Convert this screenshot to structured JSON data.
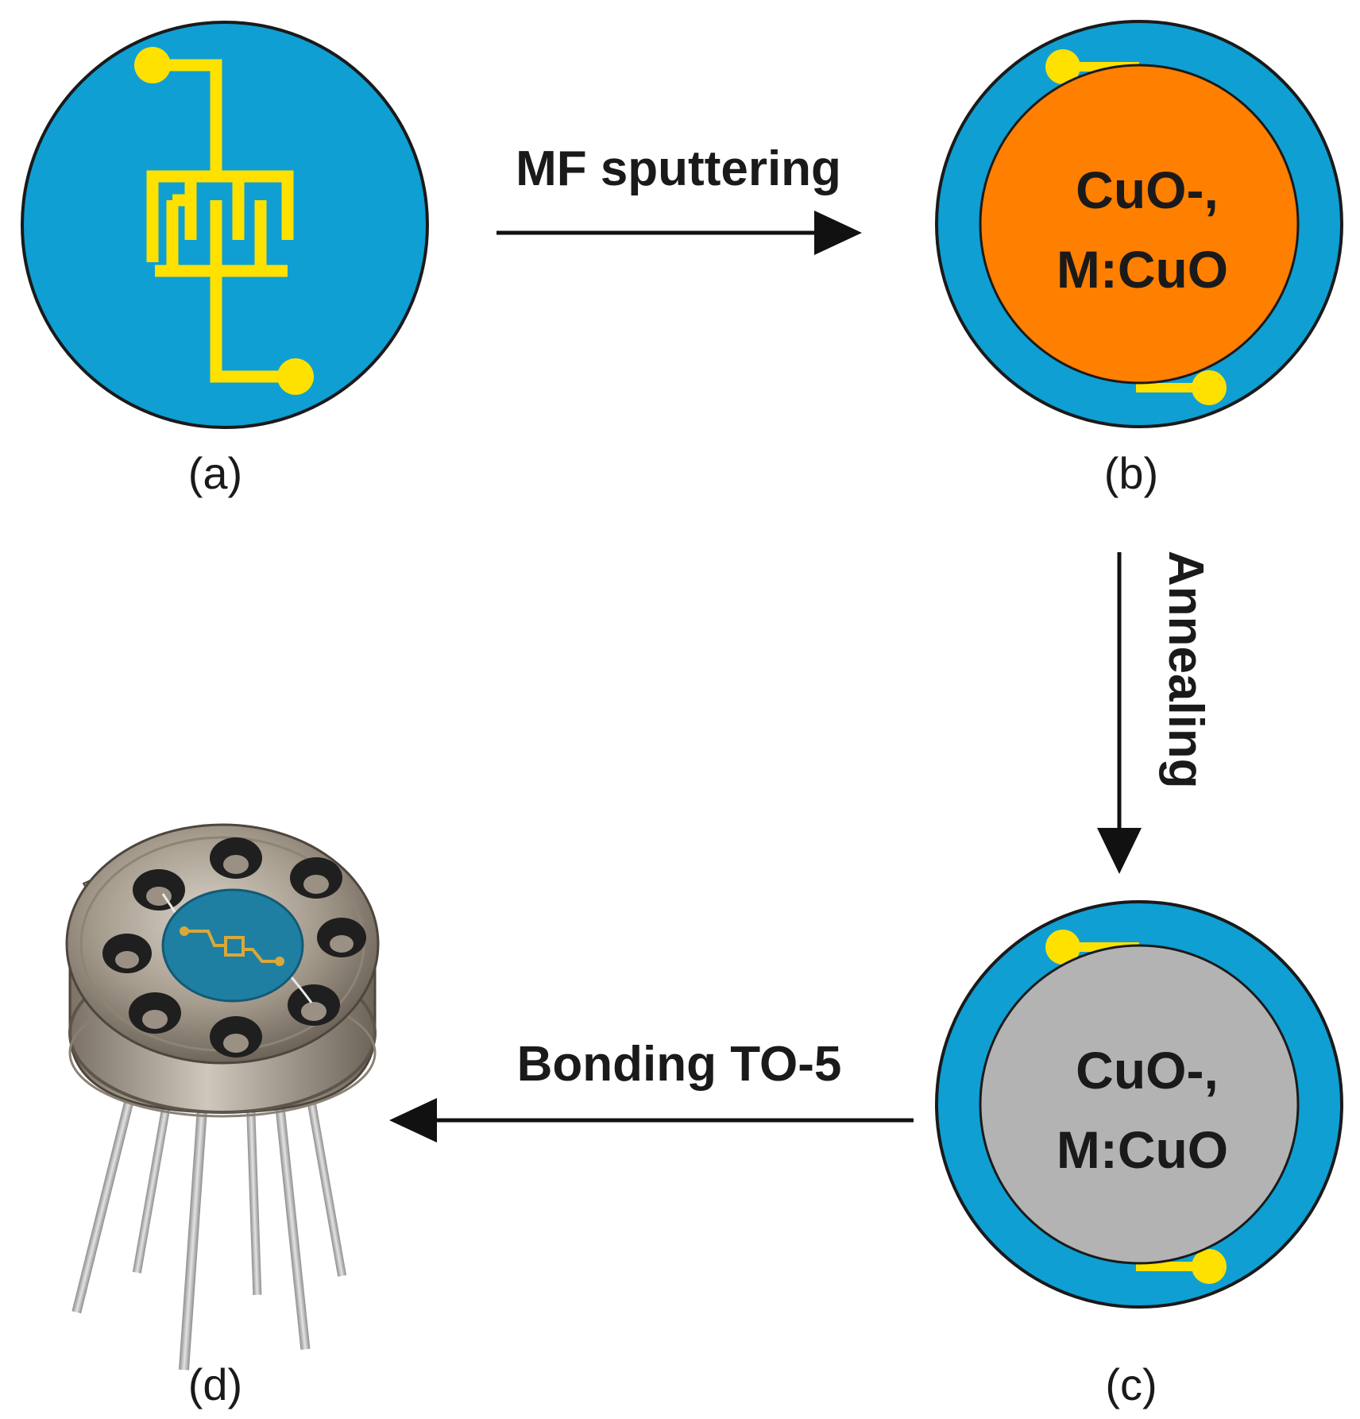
{
  "panels": {
    "a": {
      "label": "(a)"
    },
    "b": {
      "label": "(b)",
      "film_line1": "CuO-,",
      "film_line2": "M:CuO"
    },
    "c": {
      "label": "(c)",
      "film_line1": "CuO-,",
      "film_line2": "M:CuO"
    },
    "d": {
      "label": "(d)"
    }
  },
  "steps": {
    "a_to_b": "MF sputtering",
    "b_to_c": "Annealing",
    "c_to_d": "Bonding TO-5"
  },
  "colors": {
    "substrate": "#0f9fd3",
    "electrode": "#ffe100",
    "as_deposited_film": "#ff7f00",
    "annealed_film": "#b3b3b3",
    "outline": "#1a1a1a",
    "arrow": "#111111"
  }
}
